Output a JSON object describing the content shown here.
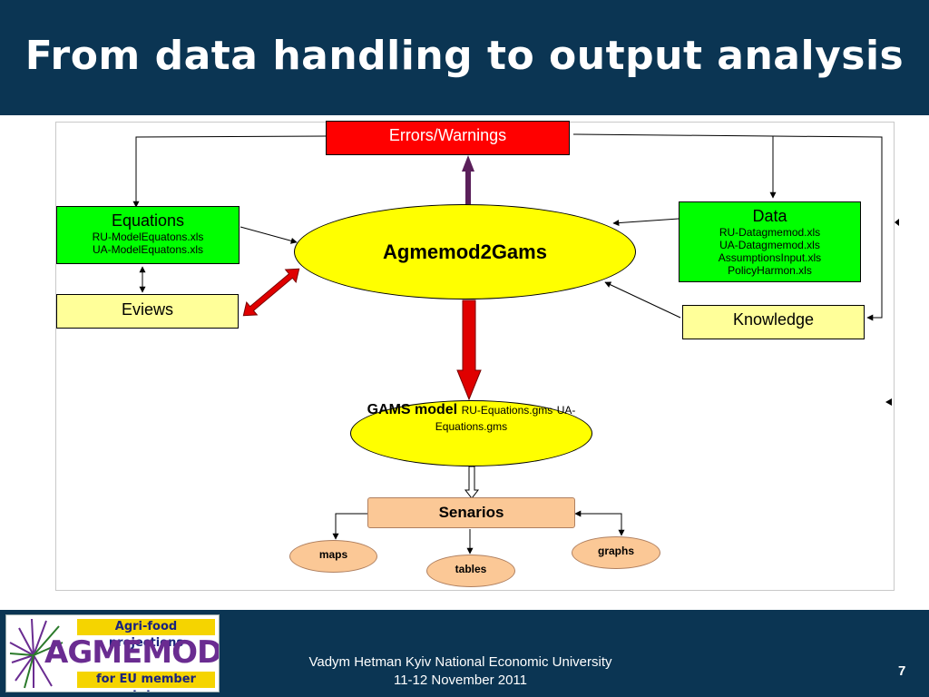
{
  "slide": {
    "title": "From data handling to output analysis",
    "page_number": "7"
  },
  "diagram": {
    "errors": "Errors/Warnings",
    "center": "Agmemod2Gams",
    "equations": {
      "title": "Equations",
      "lines": [
        "RU-ModelEquatons.xls",
        "UA-ModelEquatons.xls"
      ]
    },
    "eviews": "Eviews",
    "data": {
      "title": "Data",
      "lines": [
        "RU-Datagmemod.xls",
        "UA-Datagmemod.xls",
        "AssumptionsInput.xls",
        "PolicyHarmon.xls"
      ]
    },
    "knowledge": "Knowledge",
    "gams": {
      "title": "GAMS model",
      "lines": [
        "RU-Equations.gms",
        "UA-Equations.gms"
      ]
    },
    "scenarios": "Senarios",
    "maps": "maps",
    "tables": "tables",
    "graphs": "graphs"
  },
  "footer": {
    "line1": "Vadym Hetman Kyiv National Economic University",
    "line2": "11-12 November 2011",
    "logo_top": "Agri-food projections",
    "logo_main": "AGMEMOD",
    "logo_bottom": "for EU member states"
  },
  "colors": {
    "navy": "#0b3553",
    "red": "#ff0000",
    "green": "#00ff00",
    "yellow": "#ffff00",
    "pale_yellow": "#ffff99",
    "peach": "#fbc896"
  }
}
